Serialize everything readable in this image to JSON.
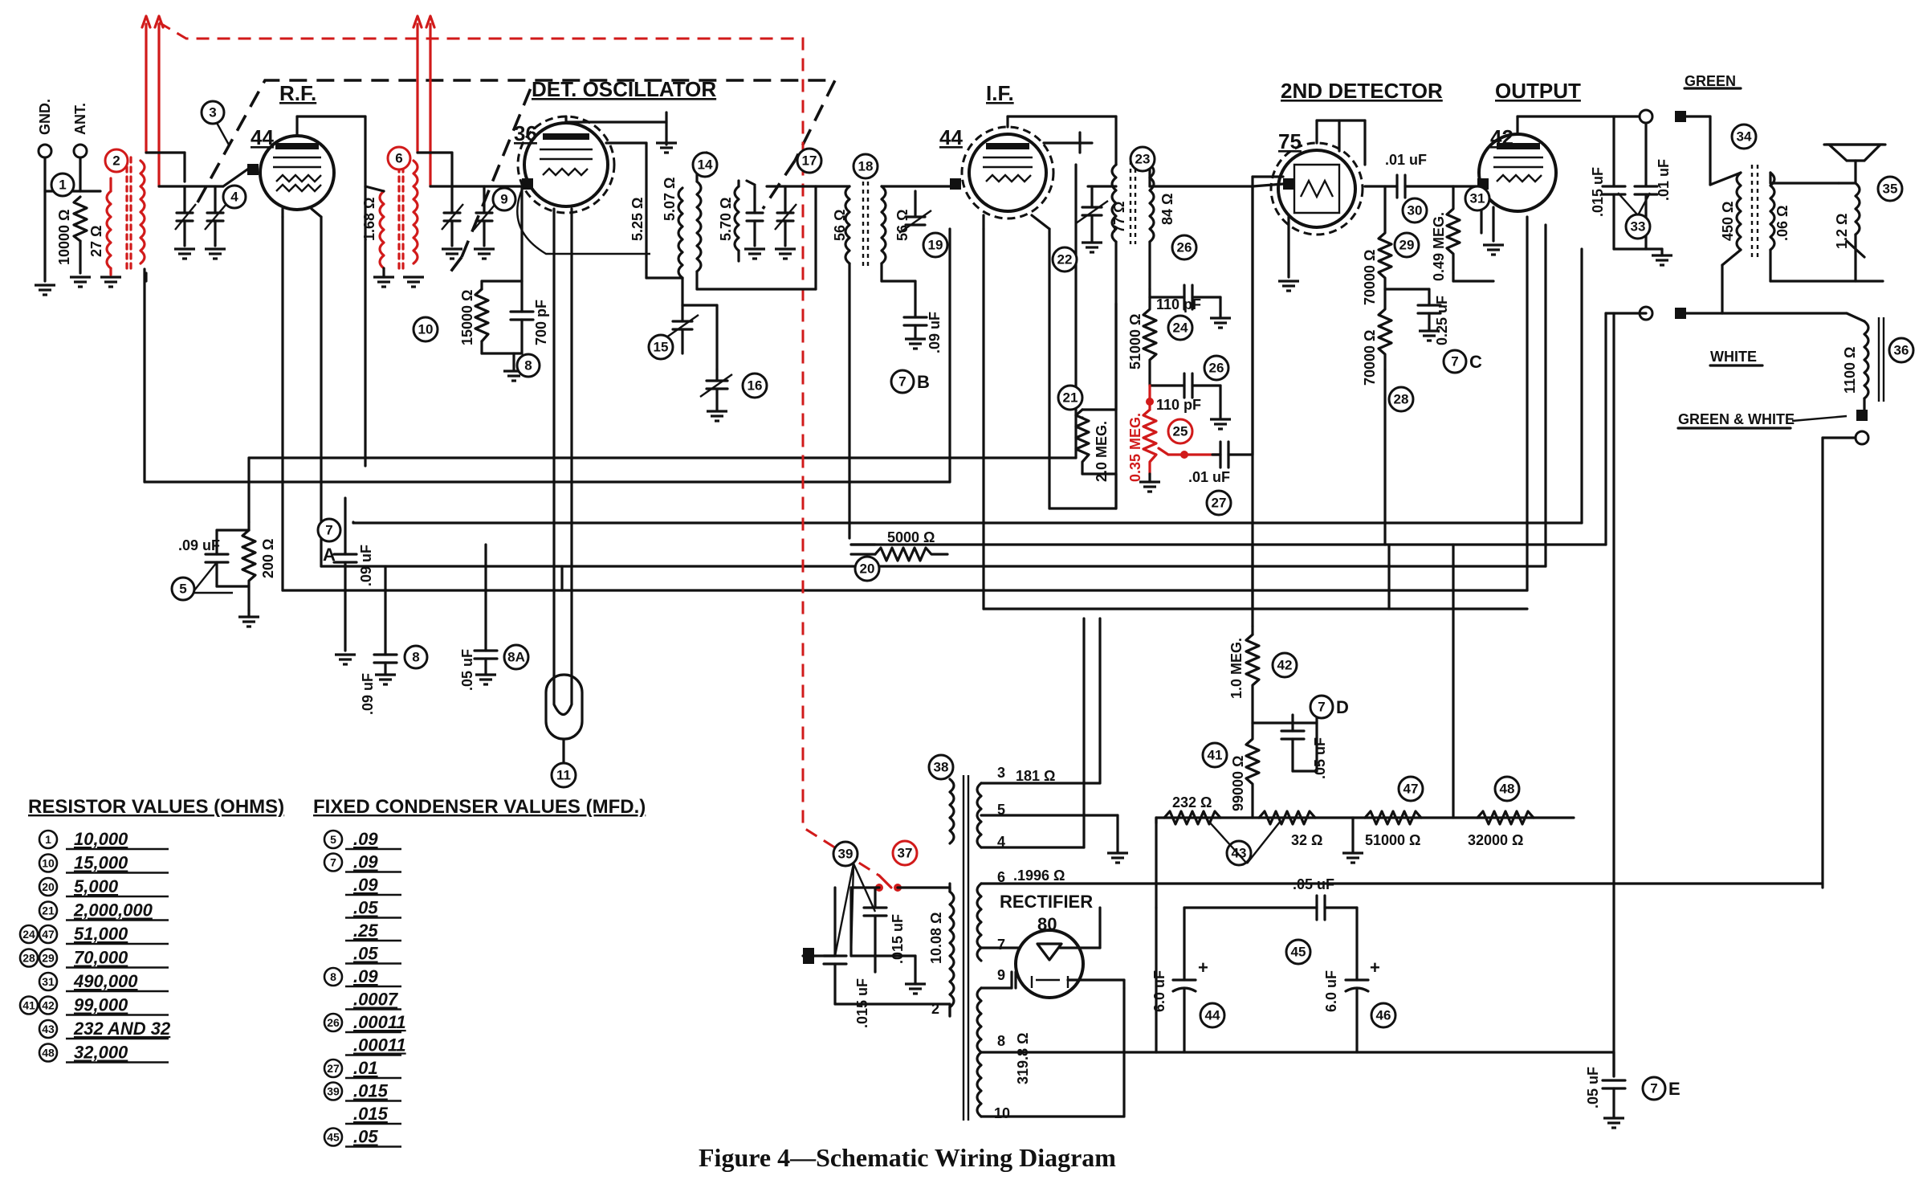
{
  "figure": {
    "caption": "Figure 4—Schematic Wiring Diagram"
  },
  "stage_labels": {
    "rf": "R.F.",
    "det_osc": "DET. OSCILLATOR",
    "if": "I.F.",
    "second_det": "2ND DETECTOR",
    "output": "OUTPUT"
  },
  "tubes": {
    "rf": "44",
    "det_osc": "36",
    "if": "44",
    "second_det": "75",
    "output": "42",
    "rectifier_label": "RECTIFIER",
    "rectifier": "80"
  },
  "terminals": {
    "gnd": "GND.",
    "ant": "ANT.",
    "green": "GREEN",
    "white": "WHITE",
    "green_white": "GREEN & WHITE"
  },
  "component_values": {
    "r1": "10000 Ω",
    "coil_27": "27 Ω",
    "coil_168": "1.68 Ω",
    "coil_525": "5.25 Ω",
    "coil_507": "5.07 Ω",
    "coil_570": "5.70 Ω",
    "r10": "15000 Ω",
    "c8_700": "700 pF",
    "if_56a": "56 Ω",
    "if_56b": "56 Ω",
    "c7b": ".09 uF",
    "if_77": "77 Ω",
    "if_84": "84 Ω",
    "c26a": "110 pF",
    "r24": "51000 Ω",
    "c26b": "110 pF",
    "r21": "2.0 MEG.",
    "r25": "0.35 MEG.",
    "c27": ".01 uF",
    "c5": ".09 uF",
    "r200": "200 Ω",
    "c7a": ".09 uF",
    "r20": "5000 Ω",
    "c8a_09": ".09 uF",
    "c8a": ".05 uF",
    "c30": ".01 uF",
    "r29": "70000 Ω",
    "r31": "0.49 MEG.",
    "c7c": "0.25 uF",
    "r28": "70000 Ω",
    "c33a": ".015 uF",
    "c33b": ".01 uF",
    "t34_pri": "450 Ω",
    "t34_sec": ".06 Ω",
    "spk_coil": "1.2 Ω",
    "field": "1100 Ω",
    "r42": "1.0 MEG.",
    "c7d": ".05 uF",
    "r41": "99000 Ω",
    "r43a": "232 Ω",
    "r43b": "32 Ω",
    "r47": "51000 Ω",
    "r48": "32000 Ω",
    "t38_181": "181 Ω",
    "t38_1996": ".1996 Ω",
    "t38_pri": "10.08 Ω",
    "t38_hv": "319.8 Ω",
    "c37": ".015 uF",
    "c39": ".015 uF",
    "c45": ".05 uF",
    "c44": "6.0 uF",
    "c46": "6.0 uF",
    "c7e": ".05 uF"
  },
  "pin_numbers": [
    "3",
    "5",
    "4",
    "6",
    "7",
    "9",
    "2",
    "8",
    "10"
  ],
  "callouts": [
    "1",
    "2",
    "3",
    "4",
    "5",
    "6",
    "7",
    "8",
    "8A",
    "9",
    "10",
    "11",
    "14",
    "15",
    "16",
    "17",
    "18",
    "19",
    "20",
    "21",
    "22",
    "23",
    "24",
    "25",
    "26",
    "27",
    "28",
    "29",
    "30",
    "31",
    "33",
    "34",
    "35",
    "36",
    "37",
    "38",
    "39",
    "41",
    "42",
    "43",
    "44",
    "45",
    "46",
    "47",
    "48"
  ],
  "callout_suffixes": {
    "a": "A",
    "b": "B",
    "c": "C",
    "d": "D",
    "e": "E"
  },
  "resistor_table": {
    "heading": "RESISTOR VALUES (OHMS)",
    "rows": [
      {
        "keys": [
          "1"
        ],
        "value": "10,000"
      },
      {
        "keys": [
          "10"
        ],
        "value": "15,000"
      },
      {
        "keys": [
          "20"
        ],
        "value": "5,000"
      },
      {
        "keys": [
          "21"
        ],
        "value": "2,000,000"
      },
      {
        "keys": [
          "24",
          "47"
        ],
        "value": "51,000"
      },
      {
        "keys": [
          "28",
          "29"
        ],
        "value": "70,000"
      },
      {
        "keys": [
          "31"
        ],
        "value": "490,000"
      },
      {
        "keys": [
          "41",
          "42"
        ],
        "value": "99,000"
      },
      {
        "keys": [
          "43"
        ],
        "value": "232 AND 32"
      },
      {
        "keys": [
          "48"
        ],
        "value": "32,000"
      }
    ]
  },
  "condenser_table": {
    "heading": "FIXED CONDENSER VALUES (MFD.)",
    "rows": [
      {
        "keys": [
          "5"
        ],
        "value": ".09"
      },
      {
        "keys": [
          "7"
        ],
        "value": ".09"
      },
      {
        "keys": [],
        "value": ".09"
      },
      {
        "keys": [],
        "value": ".05"
      },
      {
        "keys": [],
        "value": ".25"
      },
      {
        "keys": [],
        "value": ".05"
      },
      {
        "keys": [
          "8"
        ],
        "value": ".09"
      },
      {
        "keys": [],
        "value": ".0007"
      },
      {
        "keys": [
          "26"
        ],
        "value": ".00011"
      },
      {
        "keys": [],
        "value": ".00011"
      },
      {
        "keys": [
          "27"
        ],
        "value": ".01"
      },
      {
        "keys": [
          "39"
        ],
        "value": ".015"
      },
      {
        "keys": [],
        "value": ".015"
      },
      {
        "keys": [
          "45"
        ],
        "value": ".05"
      }
    ]
  }
}
